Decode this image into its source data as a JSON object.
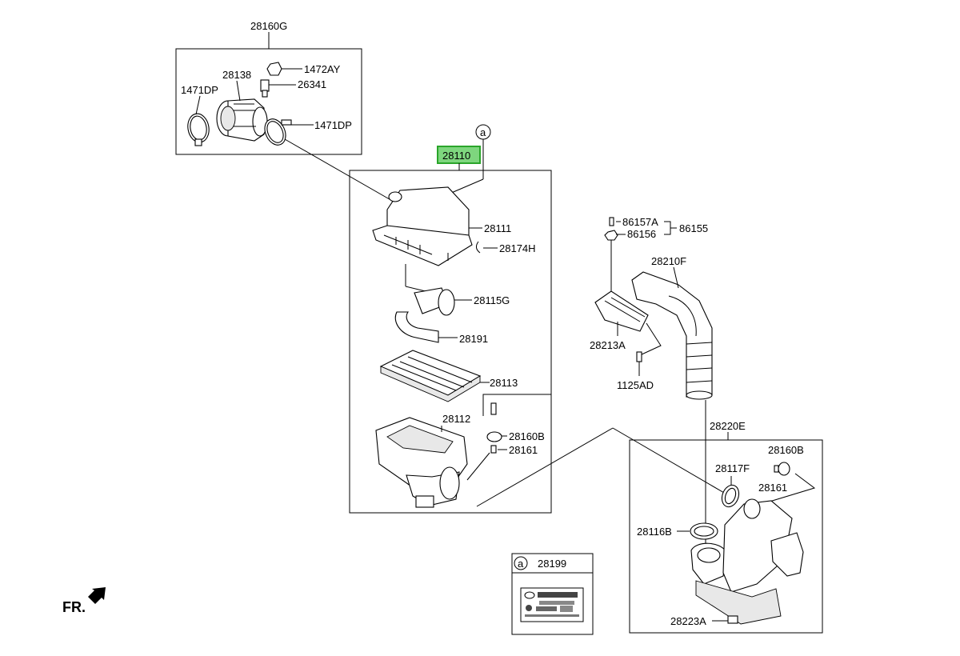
{
  "labels": {
    "g_28160G": "28160G",
    "g_1472AY": "1472AY",
    "g_28138": "28138",
    "g_26341": "26341",
    "g_1471DP_left": "1471DP",
    "g_1471DP_right": "1471DP",
    "m_28110": "28110",
    "m_28111": "28111",
    "m_28174H": "28174H",
    "m_28115G": "28115G",
    "m_28191": "28191",
    "m_28113": "28113",
    "m_28112": "28112",
    "m_28160B": "28160B",
    "m_28161": "28161",
    "r_86157A": "86157A",
    "r_86156": "86156",
    "r_86155": "86155",
    "r_28210F": "28210F",
    "r_28213A": "28213A",
    "r_1125AD": "1125AD",
    "e_28220E": "28220E",
    "e_28160B": "28160B",
    "e_28117F": "28117F",
    "e_28161": "28161",
    "e_28116B": "28116B",
    "e_28223A": "28223A",
    "c_28199": "28199",
    "callout_a_top": "a",
    "callout_a_box": "a",
    "fr": "FR."
  },
  "highlight": {
    "part": "28110",
    "color": "#7ed67e",
    "border": "#2aa52a"
  }
}
